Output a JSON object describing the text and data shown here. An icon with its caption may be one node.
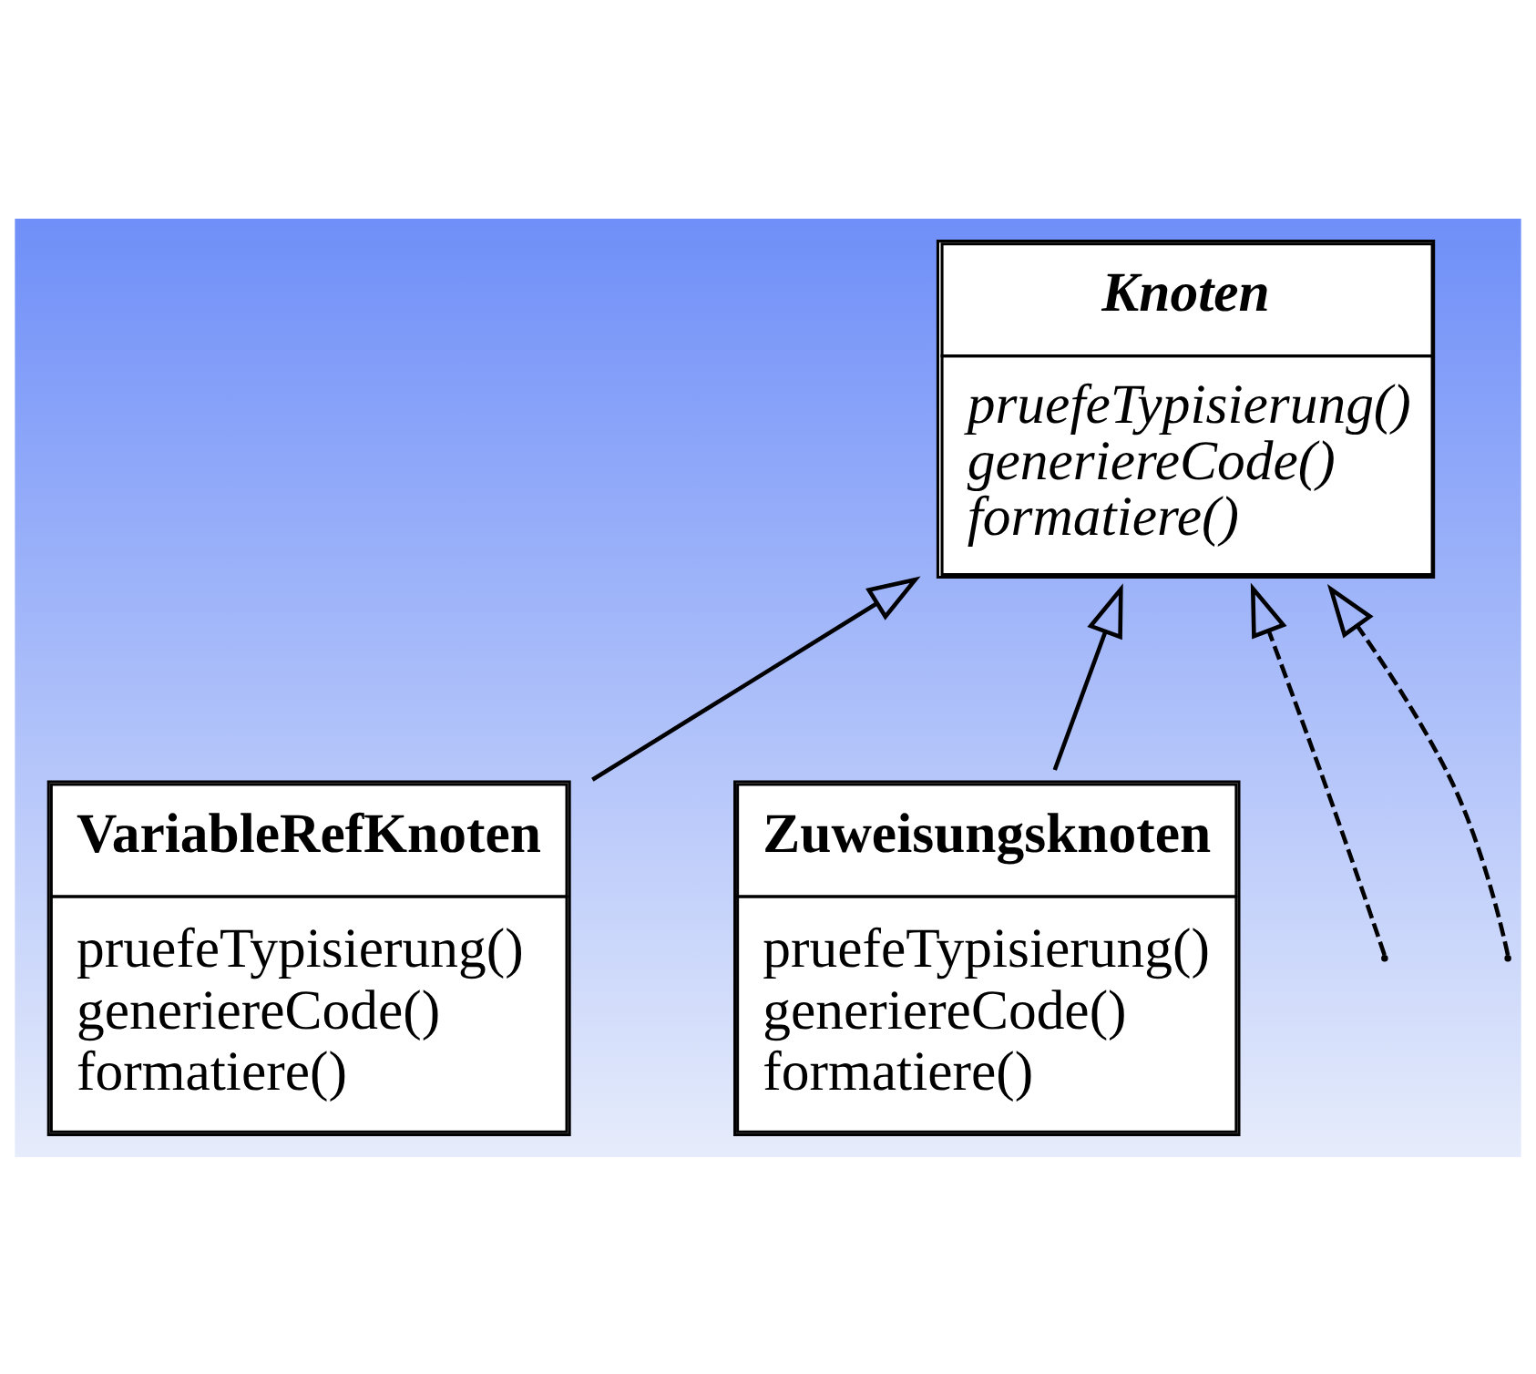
{
  "diagram": {
    "nodes": [
      {
        "text": [
          "Knoten",
          "pruefeTypisierung()",
          "generiereCode()",
          "formatiere()"
        ]
      },
      {
        "text": [
          "VariableRefKnoten",
          "pruefeTypisierung()",
          "generiereCode()",
          "formatiere()"
        ]
      },
      {
        "text": [
          "Zuweisungsknoten",
          "pruefeTypisierung()",
          "generiereCode()",
          "formatiere()"
        ]
      }
    ],
    "edges": [
      {
        "from": null,
        "to": 0,
        "arrow": "to",
        "style": "dashed"
      },
      {
        "from": 1,
        "to": 0,
        "arrow": "to"
      },
      {
        "from": 2,
        "to": 0,
        "arrow": "to"
      },
      {
        "from": null,
        "to": 0,
        "arrow": "to",
        "style": "dashed"
      }
    ]
  }
}
